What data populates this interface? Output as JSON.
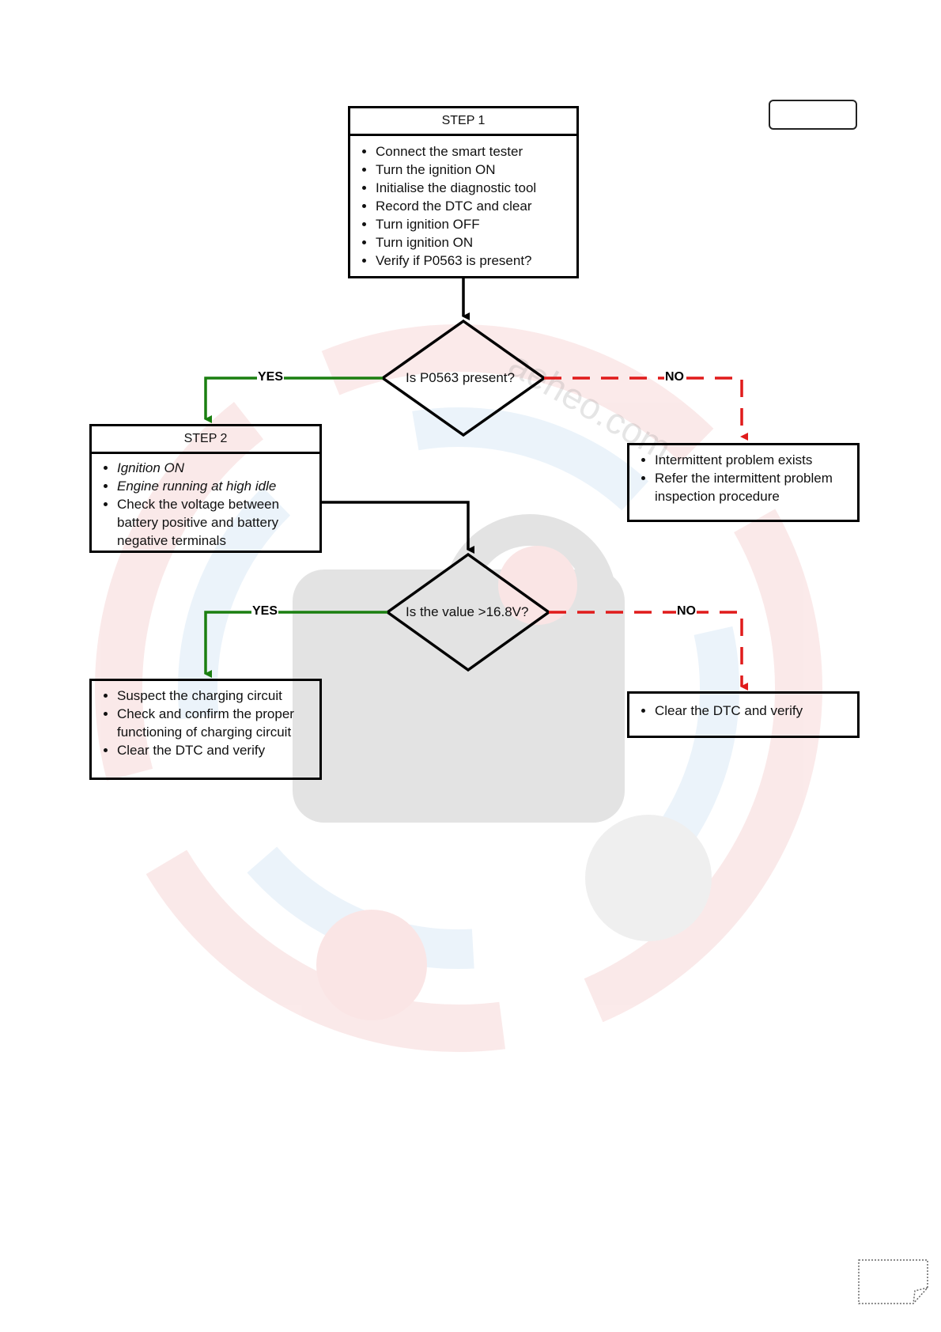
{
  "step1": {
    "title": "STEP 1",
    "items": [
      "Connect the smart tester",
      "Turn the ignition  ON",
      "Initialise the diagnostic tool",
      "Record the DTC and clear",
      "Turn ignition  OFF",
      "Turn ignition ON",
      "Verify if   P0563  is present?"
    ]
  },
  "decision1": {
    "text": "Is  P0563 present?",
    "yes": "YES",
    "no": "NO"
  },
  "step2": {
    "title": "STEP 2",
    "items": [
      "Ignition ON",
      "Engine running  at high idle",
      "Check the voltage between battery positive and battery negative terminals"
    ]
  },
  "intermittent": {
    "items": [
      "Intermittent problem exists",
      "Refer the intermittent problem inspection procedure"
    ]
  },
  "decision2": {
    "text": "Is the value >16.8V?",
    "yes": "YES",
    "no": "NO"
  },
  "charging": {
    "items": [
      "Suspect the charging circuit",
      "Check and confirm the proper functioning of charging circuit",
      "Clear the DTC and verify"
    ]
  },
  "clear": {
    "items": [
      "Clear the DTC and verify"
    ]
  },
  "watermark": {
    "text": "aeheo.com"
  },
  "colors": {
    "yes": "#1a7f10",
    "no": "#e01b1b",
    "box": "#000000"
  }
}
